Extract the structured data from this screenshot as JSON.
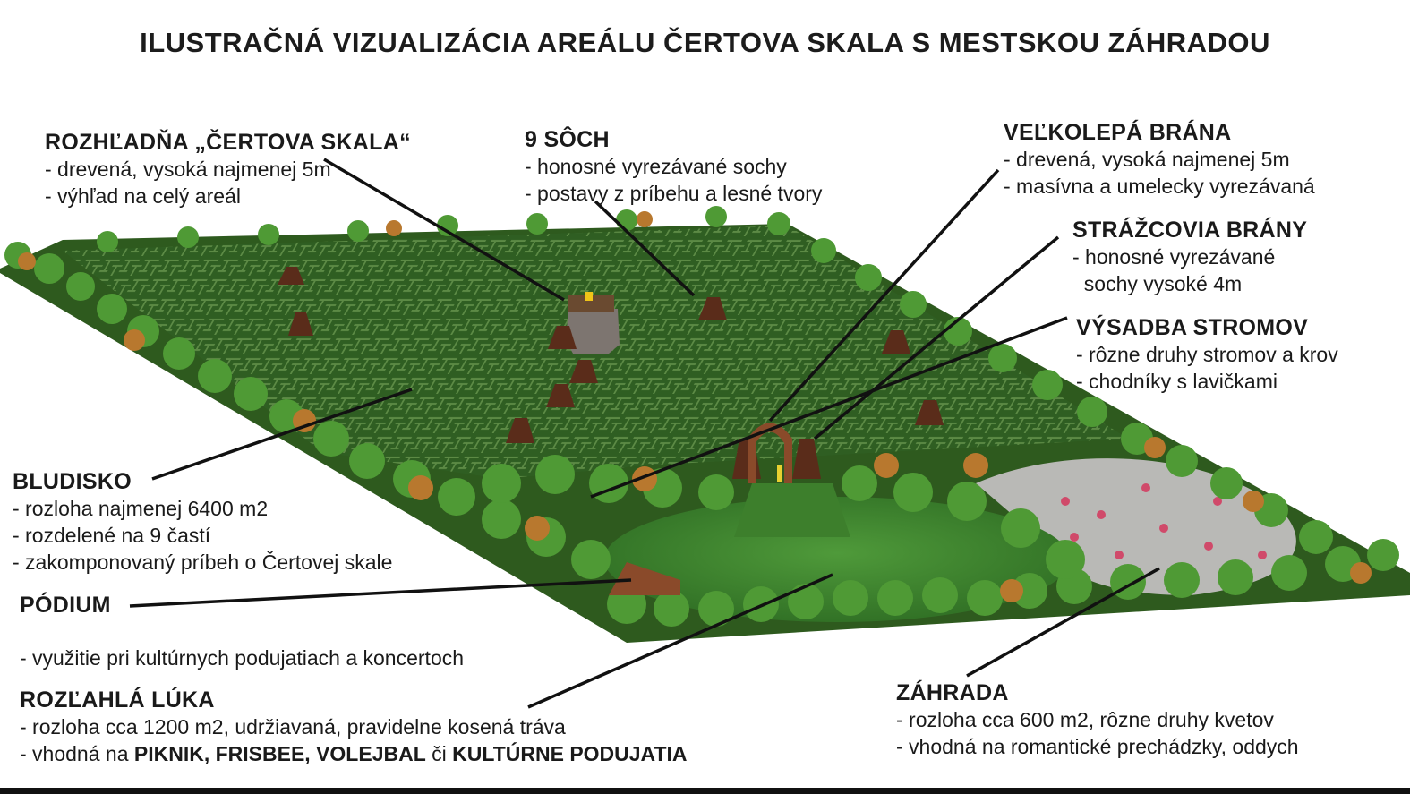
{
  "title": "ILUSTRAČNÁ VIZUALIZÁCIA AREÁLU ČERTOVA SKALA S MESTSKOU ZÁHRADOU",
  "labels": {
    "rozhladna": {
      "heading": "ROZHĽADŇA „ČERTOVA SKALA“",
      "lines": [
        "- drevená, vysoká najmenej 5m",
        "- výhľad na celý areál"
      ]
    },
    "sochy": {
      "heading": "9 SÔCH",
      "lines": [
        "- honosné vyrezávané sochy",
        "- postavy z príbehu a lesné tvory"
      ]
    },
    "brana": {
      "heading": "VEĽKOLEPÁ BRÁNA",
      "lines": [
        "- drevená, vysoká najmenej 5m",
        "- masívna a umelecky vyrezávaná"
      ]
    },
    "strazcovia": {
      "heading": "STRÁŽCOVIA BRÁNY",
      "lines": [
        "- honosné vyrezávané",
        "  sochy vysoké 4m"
      ]
    },
    "vysadba": {
      "heading": "VÝSADBA STROMOV",
      "lines": [
        "- rôzne druhy stromov a krov",
        "- chodníky s lavičkami"
      ]
    },
    "bludisko": {
      "heading": "BLUDISKO",
      "lines": [
        "- rozloha najmenej 6400 m2",
        "- rozdelené na 9 častí",
        "- zakomponovaný príbeh o Čertovej skale"
      ]
    },
    "podium": {
      "heading": "PÓDIUM",
      "lines": [
        "- využitie pri kultúrnych podujatiach a koncertoch"
      ]
    },
    "luka": {
      "heading": "ROZĽAHLÁ LÚKA",
      "line1": "- rozloha cca 1200 m2, udržiavaná, pravidelne kosená tráva",
      "line2_parts": [
        "- vhodná na ",
        "PIKNIK, FRISBEE, VOLEJBAL",
        " či ",
        "KULTÚRNE PODUJATIA"
      ]
    },
    "zahrada": {
      "heading": "ZÁHRADA",
      "lines": [
        "- rozloha cca 600 m2, rôzne druhy kvetov",
        "- vhodná na romantické prechádzky, oddych"
      ]
    }
  },
  "colors": {
    "maze": "#2f5e22",
    "maze_line": "#5c8a45",
    "meadow": "#3f8a2e",
    "tree": "#4f9a35",
    "tree_autumn": "#b8782e",
    "flowers": "#c9c3c7",
    "statue": "#5a2c1a",
    "leader": "#111111"
  },
  "icons": [
    "maze-icon",
    "tower-icon",
    "statue-icon",
    "gate-icon",
    "tree-icon",
    "stage-icon",
    "flower-bed-icon"
  ]
}
